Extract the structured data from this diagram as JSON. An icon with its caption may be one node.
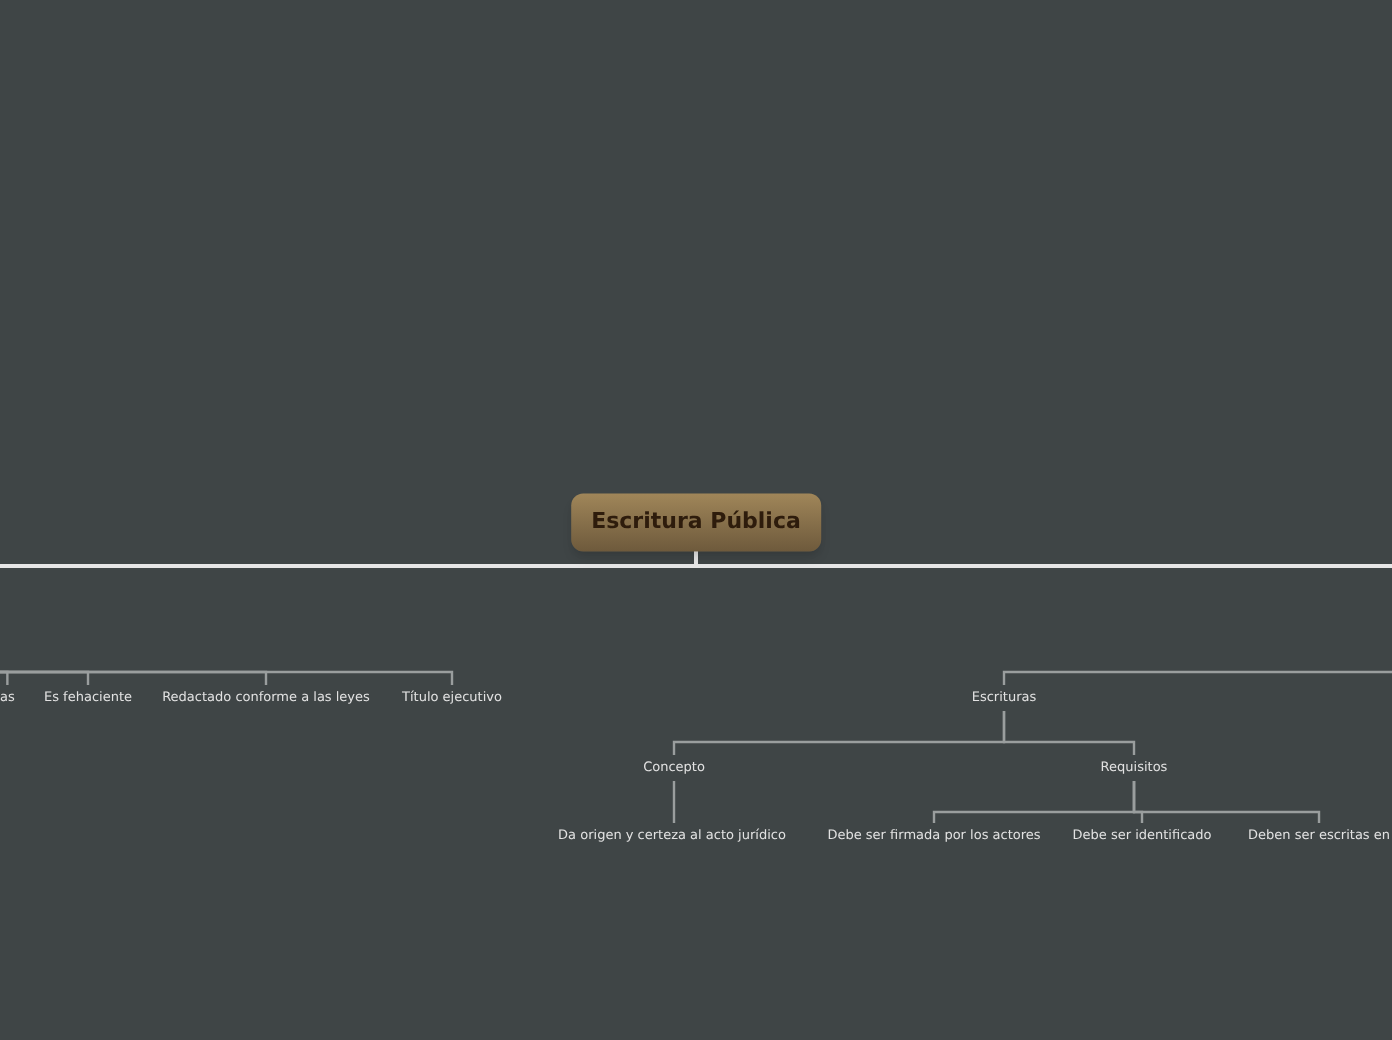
{
  "diagram": {
    "nodes": [
      {
        "text": [
          "Escritura Pública"
        ]
      },
      {
        "text": [
          "as"
        ]
      },
      {
        "text": [
          "Es fehaciente"
        ]
      },
      {
        "text": [
          "Redactado conforme a las leyes"
        ]
      },
      {
        "text": [
          "Título ejecutivo"
        ]
      },
      {
        "text": [
          "Escrituras"
        ]
      },
      {
        "text": [
          "Concepto"
        ]
      },
      {
        "text": [
          "Requisitos"
        ]
      },
      {
        "text": [
          "Da origen y certeza al acto jurídico"
        ]
      },
      {
        "text": [
          "Debe ser firmada por los actores"
        ]
      },
      {
        "text": [
          "Debe ser identificado"
        ]
      },
      {
        "text": [
          "Deben ser escritas en"
        ]
      }
    ],
    "edges": [
      {
        "from": 0,
        "to": null,
        "arrow": "none"
      },
      {
        "from": 0,
        "to": null,
        "arrow": "none"
      },
      {
        "from": null,
        "to": 1,
        "arrow": "none"
      },
      {
        "from": null,
        "to": 2,
        "arrow": "none"
      },
      {
        "from": null,
        "to": 3,
        "arrow": "none"
      },
      {
        "from": null,
        "to": 4,
        "arrow": "none"
      },
      {
        "from": null,
        "to": 5,
        "arrow": "none"
      },
      {
        "from": 5,
        "to": 6,
        "arrow": "none"
      },
      {
        "from": 5,
        "to": 7,
        "arrow": "none"
      },
      {
        "from": 6,
        "to": 8,
        "arrow": "none"
      },
      {
        "from": 7,
        "to": 9,
        "arrow": "none"
      },
      {
        "from": 7,
        "to": 10,
        "arrow": "none"
      },
      {
        "from": 7,
        "to": 11,
        "arrow": "none"
      }
    ]
  }
}
